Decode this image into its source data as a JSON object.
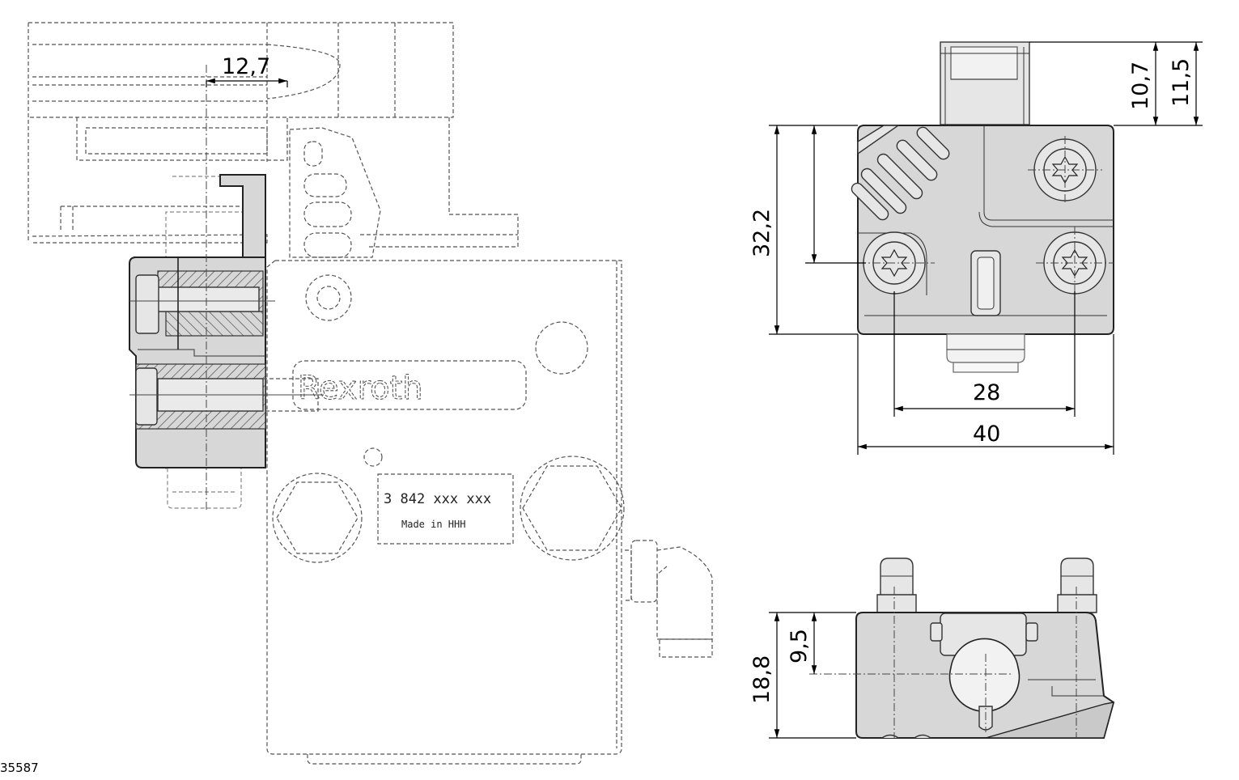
{
  "dimensions": {
    "offset": "12,7",
    "height_total_top": "32,2",
    "fitting_height_a": "10,7",
    "fitting_height_b": "11,5",
    "width_holes": "28",
    "width_total": "40",
    "height_side": "18,8",
    "height_side_center": "9,5"
  },
  "brand": "Rexroth",
  "nameplate": {
    "part_number": "3 842 xxx xxx",
    "origin": "Made in HHH"
  },
  "figure_id": "35587"
}
